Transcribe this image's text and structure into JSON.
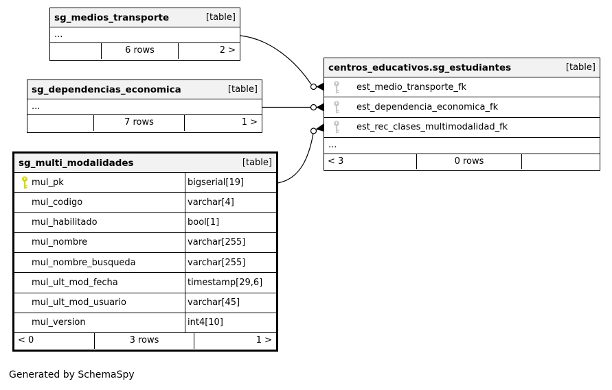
{
  "diagram": {
    "generated_by": "Generated by SchemaSpy"
  },
  "colors": {
    "border": "#000000",
    "header_bg": "#f2f2f2",
    "pk_key": "#d6d600",
    "fk_key": "#c8c8c8"
  },
  "tables": {
    "medios_transporte": {
      "title": "sg_medios_transporte",
      "type_label": "[table]",
      "ellipsis": "...",
      "footer": {
        "left": "",
        "center": "6 rows",
        "right": "2 >"
      }
    },
    "dependencias_economica": {
      "title": "sg_dependencias_economica",
      "type_label": "[table]",
      "ellipsis": "...",
      "footer": {
        "left": "",
        "center": "7 rows",
        "right": "1 >"
      }
    },
    "multi_modalidades": {
      "title": "sg_multi_modalidades",
      "type_label": "[table]",
      "columns": [
        {
          "name": "mul_pk",
          "type": "bigserial[19]",
          "key": "primary"
        },
        {
          "name": "mul_codigo",
          "type": "varchar[4]",
          "key": ""
        },
        {
          "name": "mul_habilitado",
          "type": "bool[1]",
          "key": ""
        },
        {
          "name": "mul_nombre",
          "type": "varchar[255]",
          "key": ""
        },
        {
          "name": "mul_nombre_busqueda",
          "type": "varchar[255]",
          "key": ""
        },
        {
          "name": "mul_ult_mod_fecha",
          "type": "timestamp[29,6]",
          "key": ""
        },
        {
          "name": "mul_ult_mod_usuario",
          "type": "varchar[45]",
          "key": ""
        },
        {
          "name": "mul_version",
          "type": "int4[10]",
          "key": ""
        }
      ],
      "footer": {
        "left": "< 0",
        "center": "3 rows",
        "right": "1 >"
      }
    },
    "estudiantes": {
      "title": "centros_educativos.sg_estudiantes",
      "type_label": "[table]",
      "columns": [
        {
          "name": "est_medio_transporte_fk",
          "key": "foreign"
        },
        {
          "name": "est_dependencia_economica_fk",
          "key": "foreign"
        },
        {
          "name": "est_rec_clases_multimodalidad_fk",
          "key": "foreign"
        }
      ],
      "ellipsis": "...",
      "footer": {
        "left": "< 3",
        "center": "0 rows",
        "right": ""
      }
    }
  },
  "relationships": [
    {
      "from": "sg_medios_transporte",
      "to": "centros_educativos.sg_estudiantes.est_medio_transporte_fk"
    },
    {
      "from": "sg_dependencias_economica",
      "to": "centros_educativos.sg_estudiantes.est_dependencia_economica_fk"
    },
    {
      "from": "sg_multi_modalidades.mul_pk",
      "to": "centros_educativos.sg_estudiantes.est_rec_clases_multimodalidad_fk"
    }
  ]
}
